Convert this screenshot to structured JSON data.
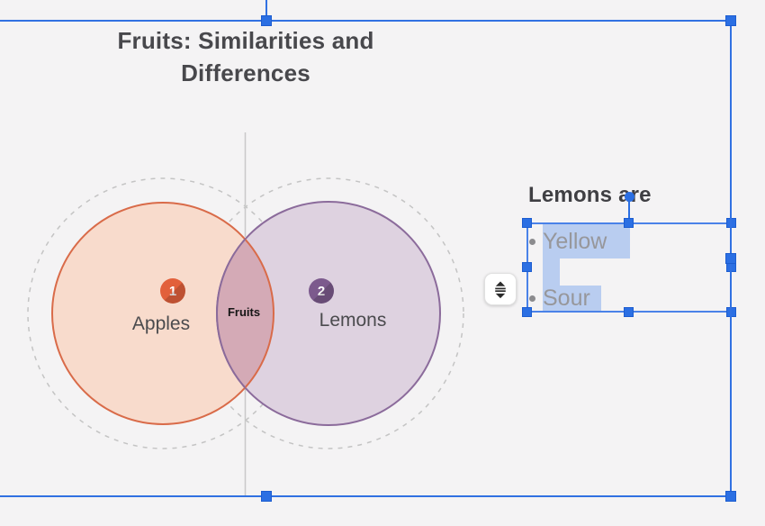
{
  "palette": {
    "canvas_background": "#f4f3f4",
    "selection_accent": "#2b6fe3",
    "text_highlight": "#b9cdf0",
    "guide_gray": "#c9c9c9"
  },
  "title": {
    "text": "Fruits: Similarities and\nDifferences"
  },
  "venn": {
    "left_circle": {
      "badge": "1",
      "label": "Apples",
      "fill": "#f8dbcc",
      "stroke": "#d96b49"
    },
    "right_circle": {
      "badge": "2",
      "label": "Lemons",
      "fill": "#ded2e0",
      "stroke": "#8b6b9b"
    },
    "overlap": {
      "label": "Fruits",
      "fill": "#d4aab6"
    },
    "dashed_color": "#c4c4c4",
    "divider_color": "#c9c9c9"
  },
  "notes": {
    "heading": "Lemons are",
    "items": [
      "Yellow",
      "Sour"
    ]
  },
  "icons": {
    "drag_button": "reorder-arrows-icon"
  }
}
